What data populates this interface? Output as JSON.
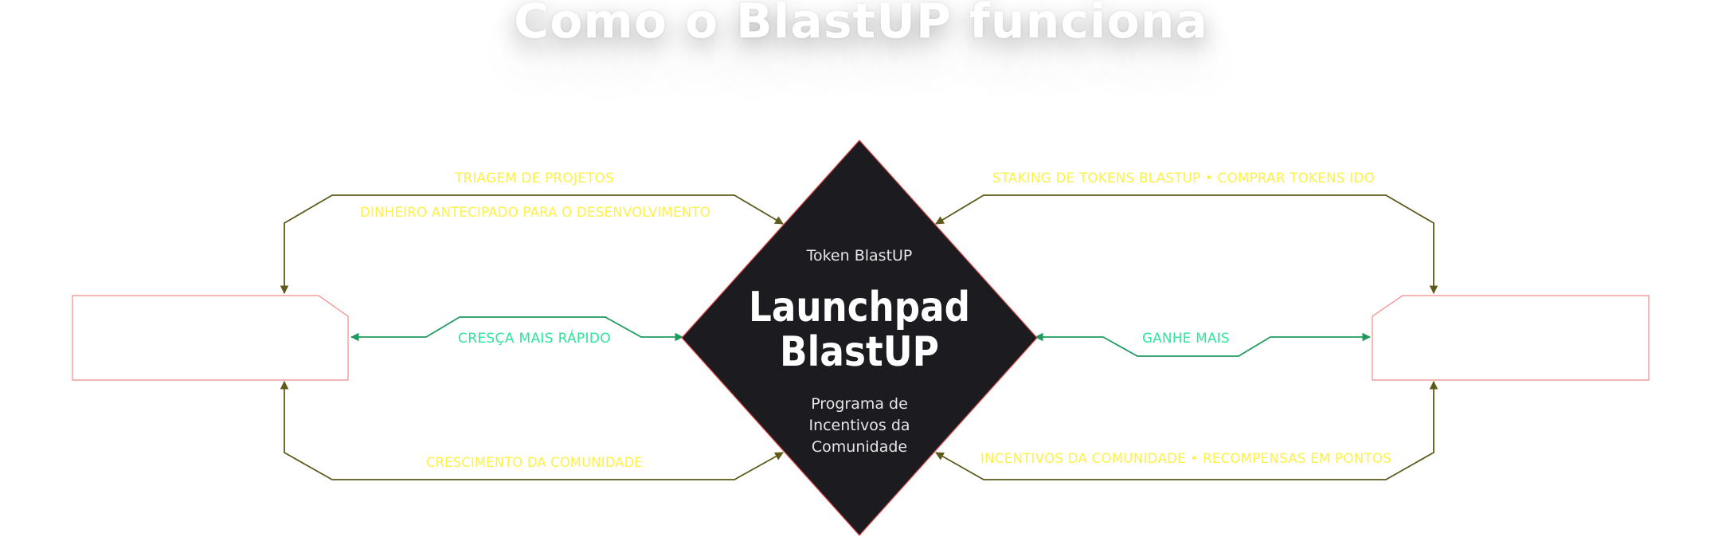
{
  "title": "Como o BlastUP funciona",
  "center": {
    "token_label": "Token BlastUP",
    "name_line1": "Launchpad",
    "name_line2": "BlastUP",
    "sub_line1": "Programa de",
    "sub_line2": "Incentivos da",
    "sub_line3": "Comunidade"
  },
  "labels": {
    "triagem": "TRIAGEM DE PROJETOS",
    "dinheiro": "DINHEIRO ANTECIPADO PARA O DESENVOLVIMENTO",
    "cresca": "CRESÇA MAIS RÁPIDO",
    "crescimento": "CRESCIMENTO DA COMUNIDADE",
    "staking": "STAKING DE TOKENS BLASTUP • COMPRAR TOKENS IDO",
    "ganhe": "GANHE MAIS",
    "incentivos": "INCENTIVOS DA COMUNIDADE • RECOMPENSAS EM PONTOS"
  },
  "colors": {
    "diamond_fill": "#1c1b20",
    "diamond_stroke": "#e05050",
    "box_stroke": "#f08a8a",
    "connector_olive": "#5d5a1c",
    "connector_green": "#1f9a5e",
    "label_yellow": "#fef146",
    "label_green": "#2ee59d"
  }
}
